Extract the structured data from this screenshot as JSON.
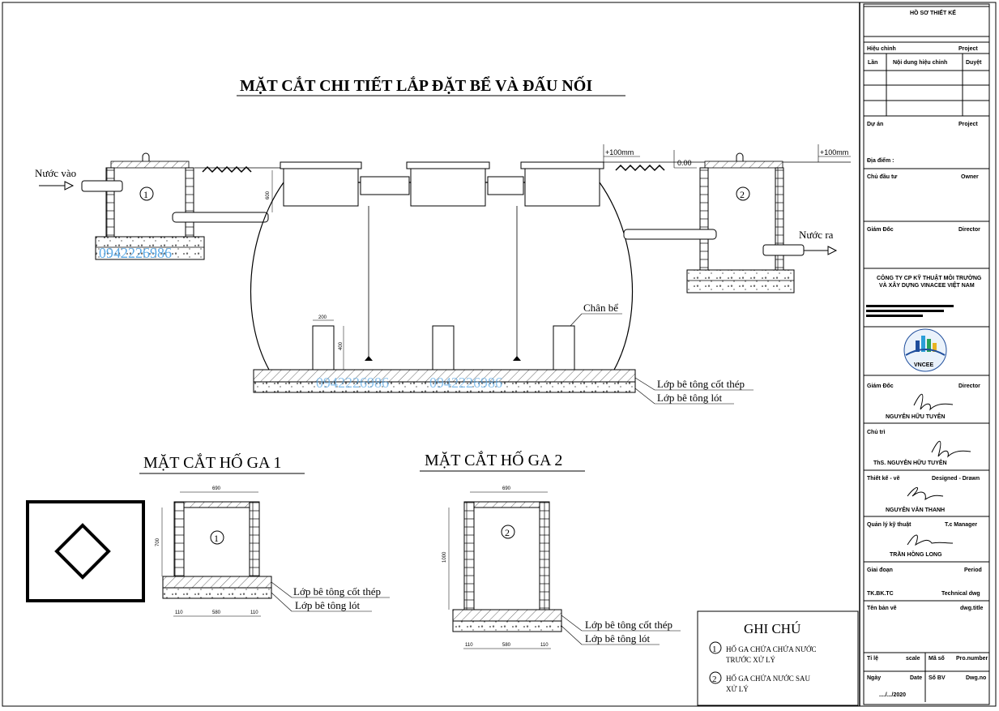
{
  "drawing": {
    "main_title": "MẶT CẮT CHI TIẾT LẮP ĐẶT BỂ VÀ ĐẤU NỐI",
    "section1_title": "MẶT CẮT HỐ GA 1",
    "section2_title": "MẶT CẮT HỐ GA 2",
    "inlet_label": "Nước vào",
    "outlet_label": "Nước ra",
    "tank_foot_label": "Chân bể",
    "slab_reinforced_label": "Lớp bê tông cốt thép",
    "slab_lean_label": "Lớp bê tông lót",
    "pit1_number": "1",
    "pit2_number": "2",
    "level_plus100_left": "+100mm",
    "level_plus100_right": "+100mm",
    "level_zero": "0.00",
    "watermark": "0942226986",
    "dims": {
      "d600": "600",
      "d200": "200",
      "d400": "400",
      "d690": "690",
      "d700": "700",
      "d1000": "1000",
      "d110": "110",
      "d580": "580"
    }
  },
  "legend": {
    "title": "GHI CHÚ",
    "items": [
      {
        "num": "1",
        "line1": "HỐ GA CHỨA CHỨA NƯỚC",
        "line2": "TRƯỚC XỬ LÝ"
      },
      {
        "num": "2",
        "line1": "HỐ GA CHỨA NƯỚC SAU",
        "line2": "XỬ LÝ"
      }
    ]
  },
  "title_block": {
    "header": "HỒ SƠ THIẾT KẾ",
    "revision_label": "Hiệu chỉnh",
    "revision_en": "Project",
    "rev_col_lan": "Lần",
    "rev_col_content": "Nội dung hiệu chỉnh",
    "rev_col_approve": "Duyệt",
    "project_label": "Dự án",
    "project_en": "Project",
    "location_label": "Địa điểm :",
    "owner_label": "Chủ đầu tư",
    "owner_en": "Owner",
    "director_label": "Giám Đốc",
    "director_en": "Director",
    "company_line1": "CÔNG TY CP KỸ THUẬT MÔI TRƯỜNG",
    "company_line2": "VÀ XÂY DỰNG VINACEE VIỆT NAM",
    "logo_text": "VNCEE",
    "director2_label": "Giám Đốc",
    "director2_en": "Director",
    "director2_name": "NGUYỄN HỮU TUYÊN",
    "chair_label": "Chủ trì",
    "chair_name": "ThS. NGUYỄN HỮU TUYÊN",
    "design_label": "Thiết kế - vẽ",
    "design_en": "Designed - Drawn",
    "design_name": "NGUYỄN VĂN THANH",
    "qa_label": "Quản lý kỹ thuật",
    "qa_en": "T.c Manager",
    "qa_name": "TRẦN HỒNG LONG",
    "phase_label": "Giai đoạn",
    "phase_en": "Period",
    "phase_value": "TK.BK.TC",
    "phase_value_en": "Technical dwg",
    "sheet_label": "Tên bản vẽ",
    "sheet_en": "dwg.title",
    "scale_label": "Tỉ lệ",
    "scale_en": "scale",
    "code_label": "Mã số",
    "code_en": "Pro.number",
    "date_label": "Ngày",
    "date_en": "Date",
    "dwg_no_label": "Số BV",
    "dwg_no_en": "Dwg.no",
    "date_value": "..../.../2020"
  },
  "colors": {
    "line": "#000000",
    "watermark": "#5aa9e6",
    "hatch": "#000000"
  }
}
